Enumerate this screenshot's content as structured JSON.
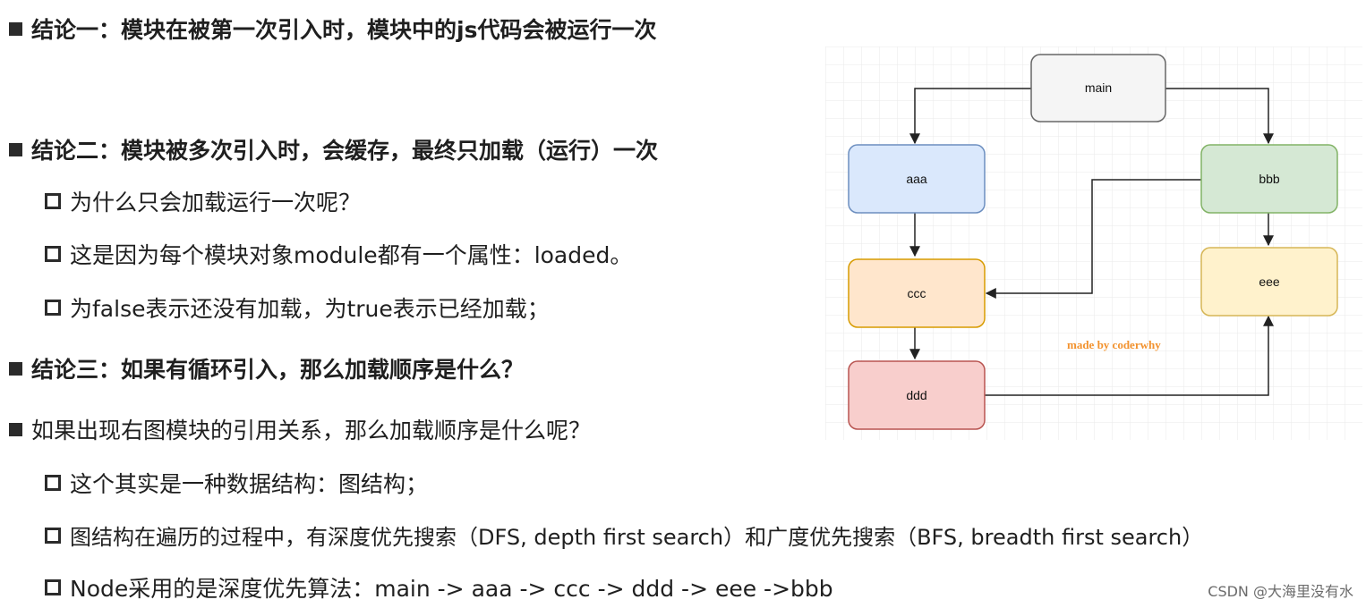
{
  "items": [
    {
      "text": "结论一：模块在被第一次引入时，模块中的js代码会被运行一次"
    },
    {
      "text": "结论二：模块被多次引入时，会缓存，最终只加载（运行）一次"
    },
    {
      "text": "为什么只会加载运行一次呢？"
    },
    {
      "text": "这是因为每个模块对象module都有一个属性：loaded。"
    },
    {
      "text": "为false表示还没有加载，为true表示已经加载；"
    },
    {
      "text": "结论三：如果有循环引入，那么加载顺序是什么？"
    },
    {
      "text": "如果出现右图模块的引用关系，那么加载顺序是什么呢？"
    },
    {
      "text": "这个其实是一种数据结构：图结构；"
    },
    {
      "text": "图结构在遍历的过程中，有深度优先搜索（DFS, depth first search）和广度优先搜索（BFS, breadth first search）"
    },
    {
      "text": "Node采用的是深度优先算法：main -> aaa -> ccc -> ddd -> eee ->bbb"
    }
  ],
  "diagram": {
    "nodes": {
      "main": {
        "label": "main",
        "fill": "#f5f5f5",
        "stroke": "#666666"
      },
      "aaa": {
        "label": "aaa",
        "fill": "#dae8fc",
        "stroke": "#6c8ebf"
      },
      "bbb": {
        "label": "bbb",
        "fill": "#d5e8d4",
        "stroke": "#82b366"
      },
      "ccc": {
        "label": "ccc",
        "fill": "#ffe6cc",
        "stroke": "#d79b00"
      },
      "eee": {
        "label": "eee",
        "fill": "#fff2cc",
        "stroke": "#d6b656"
      },
      "ddd": {
        "label": "ddd",
        "fill": "#f8cecc",
        "stroke": "#b85450"
      }
    },
    "watermark": "made by coderwhy"
  },
  "footer": {
    "text": "CSDN @大海里没有水"
  }
}
